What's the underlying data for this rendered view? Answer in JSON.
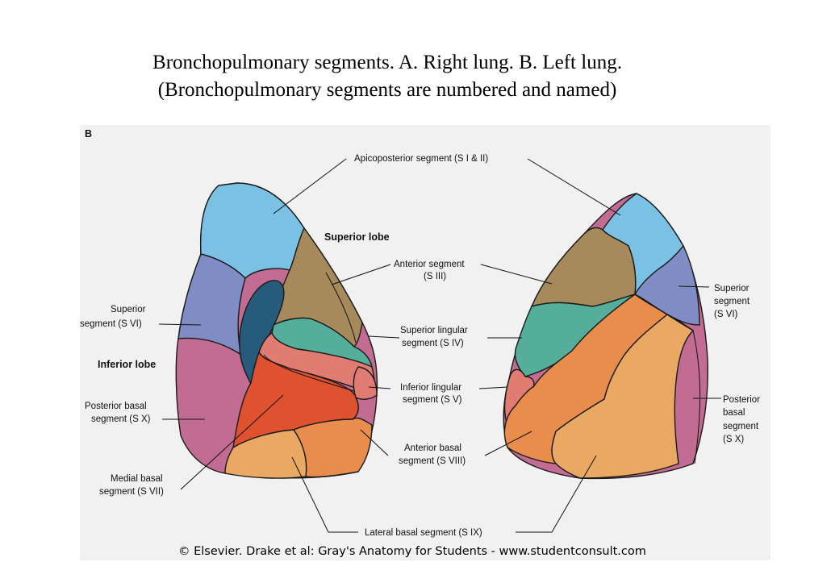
{
  "title": {
    "line1": "Bronchopulmonary segments. A. Right lung. B. Left lung.",
    "line2": "(Bronchopulmonary segments are numbered and named)"
  },
  "figure": {
    "panel_letter": "B",
    "copyright": "© Elsevier. Drake et al: Gray's Anatomy for Students - www.studentconsult.com"
  },
  "labels": {
    "apicoposterior": "Apicoposterior segment (S I & II)",
    "superior_lobe": "Superior lobe",
    "anterior_1": "Anterior segment",
    "anterior_2": "(S III)",
    "superior_lingular_1": "Superior lingular",
    "superior_lingular_2": "segment (S IV)",
    "inferior_lingular_1": "Inferior lingular",
    "inferior_lingular_2": "segment (S V)",
    "anterior_basal_1": "Anterior basal",
    "anterior_basal_2": "segment (S VIII)",
    "lateral_basal": "Lateral basal segment (S IX)",
    "superior_left_1": "Superior",
    "superior_left_2": "segment (S VI)",
    "inferior_lobe": "Inferior lobe",
    "posterior_basal_left_1": "Posterior basal",
    "posterior_basal_left_2": "segment (S X)",
    "medial_basal_1": "Medial basal",
    "medial_basal_2": "segment (S VII)",
    "superior_right_1": "Superior",
    "superior_right_2": "segment",
    "superior_right_3": "(S VI)",
    "posterior_basal_right_1": "Posterior",
    "posterior_basal_right_2": "basal",
    "posterior_basal_right_3": "segment",
    "posterior_basal_right_4": "(S X)"
  },
  "colors": {
    "apicoposterior": "#7ac1e4",
    "anterior": "#a68a5b",
    "superior_lingular": "#55ad9c",
    "inferior_lingular": "#e07c72",
    "medial_basal": "#df5230",
    "anterior_basal": "#e88d4b",
    "lateral_basal": "#eaa962",
    "superior": "#7f8dc4",
    "posterior_basal": "#c36c93",
    "bronchus": "#265b7b"
  }
}
